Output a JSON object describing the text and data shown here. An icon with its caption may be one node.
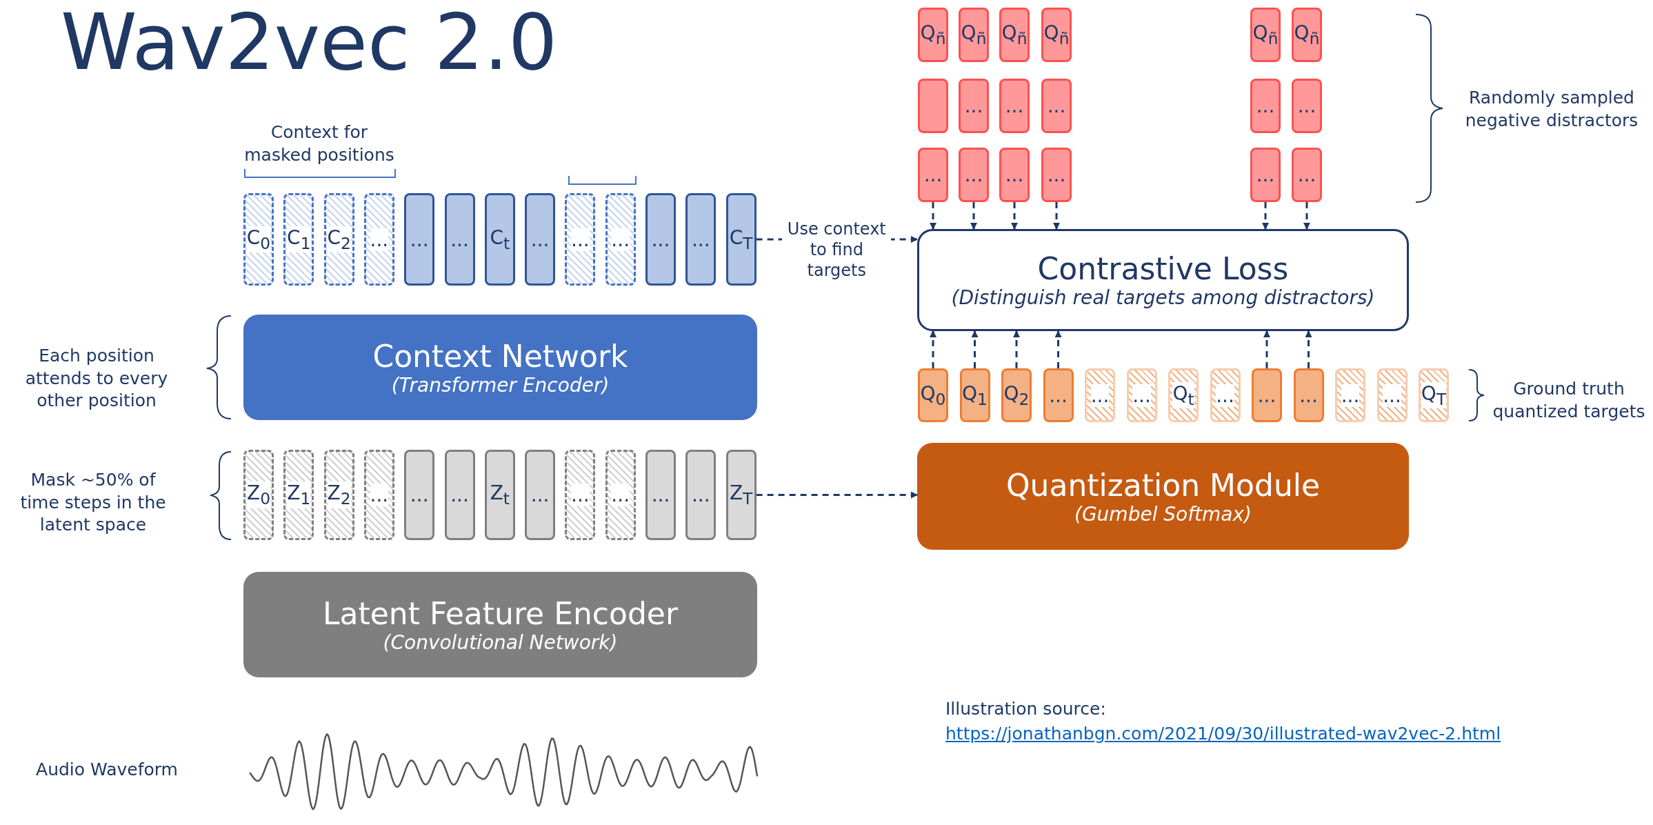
{
  "diagram": {
    "title": "Wav2vec 2.0",
    "nodes": [
      {
        "text": [
          "C$_{0}$"
        ]
      },
      {
        "text": [
          "C$_{1}$"
        ]
      },
      {
        "text": [
          "C$_{2}$"
        ]
      },
      {
        "text": [
          "..."
        ]
      },
      {
        "text": [
          "..."
        ]
      },
      {
        "text": [
          "..."
        ]
      },
      {
        "text": [
          "C$_{t}$"
        ]
      },
      {
        "text": [
          "..."
        ]
      },
      {
        "text": [
          "..."
        ]
      },
      {
        "text": [
          "..."
        ]
      },
      {
        "text": [
          "..."
        ]
      },
      {
        "text": [
          "..."
        ]
      },
      {
        "text": [
          "C$_{T}$"
        ]
      },
      {
        "text": [
          "Context Network",
          "(Transformer Encoder)"
        ]
      },
      {
        "text": [
          "Z$_{0}$"
        ]
      },
      {
        "text": [
          "Z$_{1}$"
        ]
      },
      {
        "text": [
          "Z$_{2}$"
        ]
      },
      {
        "text": [
          "..."
        ]
      },
      {
        "text": [
          "..."
        ]
      },
      {
        "text": [
          "..."
        ]
      },
      {
        "text": [
          "Z$_{t}$"
        ]
      },
      {
        "text": [
          "..."
        ]
      },
      {
        "text": [
          "..."
        ]
      },
      {
        "text": [
          "..."
        ]
      },
      {
        "text": [
          "..."
        ]
      },
      {
        "text": [
          "..."
        ]
      },
      {
        "text": [
          "Z$_{T}$"
        ]
      },
      {
        "text": [
          "Latent Feature Encoder",
          "(Convolutional Network)"
        ]
      },
      {
        "text": [
          "Contrastive Loss",
          "(Distinguish real targets among distractors)"
        ]
      },
      {
        "text": [
          "Q$_{ñ}$"
        ]
      },
      {
        "text": [
          "Q$_{ñ}$"
        ]
      },
      {
        "text": [
          "Q$_{ñ}$"
        ]
      },
      {
        "text": [
          "Q$_{ñ}$"
        ]
      },
      {
        "text": [
          "Q$_{ñ}$"
        ]
      },
      {
        "text": [
          "Q$_{ñ}$"
        ]
      },
      {
        "text": [],
        "shape": "box"
      },
      {
        "text": [
          "..."
        ]
      },
      {
        "text": [
          "..."
        ]
      },
      {
        "text": [
          "..."
        ]
      },
      {
        "text": [
          "..."
        ]
      },
      {
        "text": [
          "..."
        ]
      },
      {
        "text": [
          "..."
        ]
      },
      {
        "text": [
          "..."
        ]
      },
      {
        "text": [
          "..."
        ]
      },
      {
        "text": [
          "..."
        ]
      },
      {
        "text": [
          "..."
        ]
      },
      {
        "text": [
          "..."
        ]
      },
      {
        "text": [
          "Q$_{0}$"
        ]
      },
      {
        "text": [
          "Q$_{1}$"
        ]
      },
      {
        "text": [
          "Q$_{2}$"
        ]
      },
      {
        "text": [
          "..."
        ]
      },
      {
        "text": [
          "..."
        ]
      },
      {
        "text": [
          "..."
        ]
      },
      {
        "text": [
          "Q$_{t}$"
        ]
      },
      {
        "text": [
          "..."
        ]
      },
      {
        "text": [
          "..."
        ]
      },
      {
        "text": [
          "..."
        ]
      },
      {
        "text": [
          "..."
        ]
      },
      {
        "text": [
          "..."
        ]
      },
      {
        "text": [
          "Q$_{T}$"
        ]
      },
      {
        "text": [
          "Quantization Module",
          "(Gumbel Softmax)"
        ]
      }
    ],
    "edges": [
      {
        "from": 12,
        "to": 28,
        "arrow": "to",
        "style": "dashed",
        "label": "Use context to find targets"
      },
      {
        "from": 26,
        "to": 60,
        "arrow": "to",
        "style": "dashed"
      },
      {
        "from": 41,
        "to": 28,
        "arrow": "to",
        "style": "dashed"
      },
      {
        "from": 42,
        "to": 28,
        "arrow": "to",
        "style": "dashed"
      },
      {
        "from": 43,
        "to": 28,
        "arrow": "to",
        "style": "dashed"
      },
      {
        "from": 44,
        "to": 28,
        "arrow": "to",
        "style": "dashed"
      },
      {
        "from": 45,
        "to": 28,
        "arrow": "to",
        "style": "dashed"
      },
      {
        "from": 46,
        "to": 28,
        "arrow": "to",
        "style": "dashed"
      },
      {
        "from": 47,
        "to": 28,
        "arrow": "to",
        "style": "dashed"
      },
      {
        "from": 48,
        "to": 28,
        "arrow": "to",
        "style": "dashed"
      },
      {
        "from": 49,
        "to": 28,
        "arrow": "to",
        "style": "dashed"
      },
      {
        "from": 50,
        "to": 28,
        "arrow": "to",
        "style": "dashed"
      },
      {
        "from": 55,
        "to": 28,
        "arrow": "to",
        "style": "dashed"
      },
      {
        "from": 56,
        "to": 28,
        "arrow": "to",
        "style": "dashed"
      }
    ],
    "labels": [
      "Context for masked positions",
      "Randomly sampled negative distractors",
      "Each position attends to every other position",
      "Ground truth quantized targets",
      "Mask ~50% of time steps in the latent space",
      "Illustration source:",
      "https://jonathanbgn.com/2021/09/30/illustrated-wav2vec-2.html",
      "Audio Waveform"
    ]
  }
}
